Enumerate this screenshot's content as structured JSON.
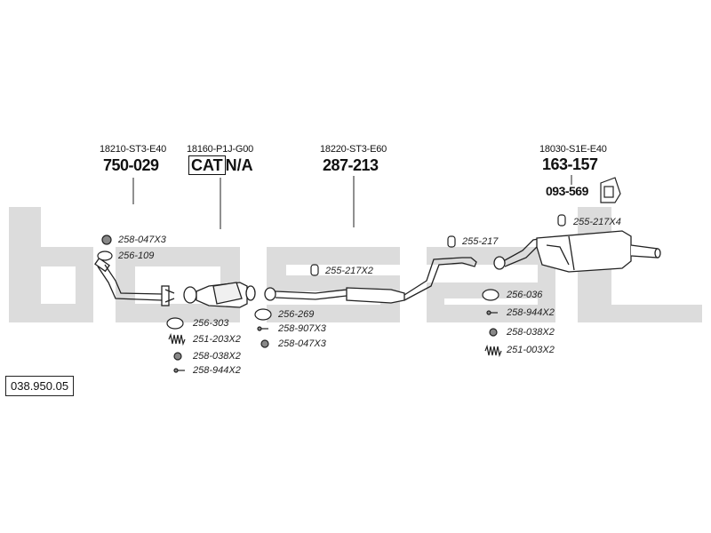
{
  "reference": "038.950.05",
  "watermark_brand": "bosal",
  "oem_labels": [
    "18210-ST3-E40",
    "18160-P1J-G00",
    "18220-ST3-E60",
    "18030-S1E-E40"
  ],
  "main_numbers": [
    "750-029",
    "287-213",
    "163-157"
  ],
  "cat": {
    "box": "CAT",
    "value": "N/A"
  },
  "mount_number": "093-569",
  "part_labels": [
    "258-047X3",
    "256-109",
    "256-303",
    "251-203X2",
    "258-038X2",
    "258-944X2",
    "256-269",
    "258-907X3",
    "258-047X3",
    "255-217X2",
    "255-217",
    "255-217X4",
    "256-036",
    "258-944X2",
    "258-038X2",
    "251-003X2"
  ]
}
